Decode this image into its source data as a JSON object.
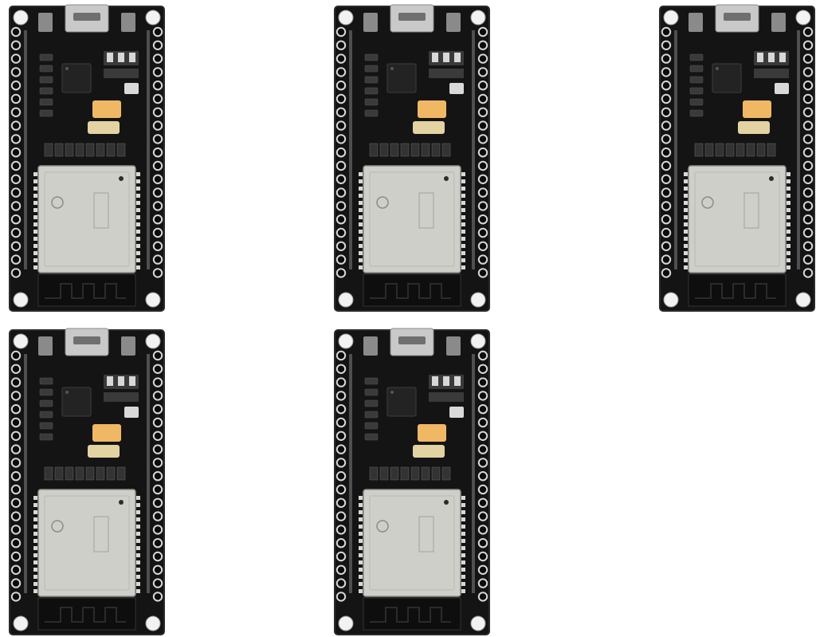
{
  "photo": {
    "subject": "esp32-dev-board",
    "board_count": 5,
    "background_color": "#ffffff",
    "colors": {
      "pcb": "#141414",
      "pcb_edge": "#2a2a2a",
      "pin_ring": "#d8d8d8",
      "mount_hole": "#f2f2f2",
      "usb_connector": "#c9c9c9",
      "module_shield": "#cfcfc9",
      "module_shield_shade": "#b9b9b2",
      "chip": "#232323",
      "button": "#8a8a8a",
      "led_amber": "#f0b865",
      "smd_component": "#3a3a3a",
      "silkscreen": "#bdbdbd"
    },
    "boards": [
      {
        "position": "top-left"
      },
      {
        "position": "top-center"
      },
      {
        "position": "top-right"
      },
      {
        "position": "bottom-left"
      },
      {
        "position": "bottom-center"
      }
    ]
  }
}
